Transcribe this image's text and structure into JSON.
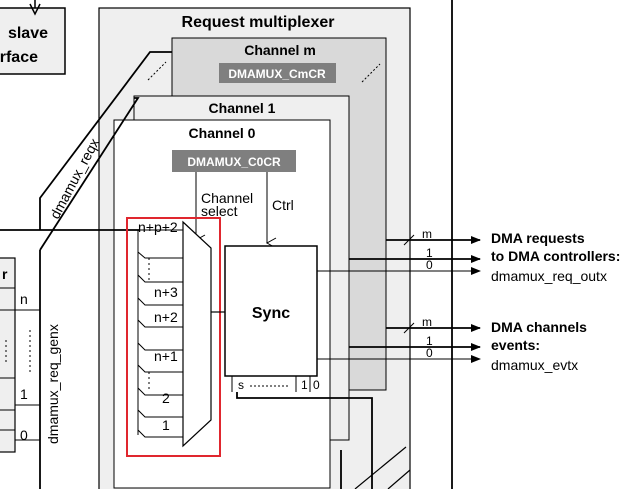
{
  "diagram": {
    "slave_interface": {
      "line1": "slave",
      "line2": "rface"
    },
    "request_multiplexer_title": "Request multiplexer",
    "channels": {
      "m": {
        "title": "Channel m",
        "register": "DMAMUX_CmCR"
      },
      "one": {
        "title": "Channel 1"
      },
      "zero": {
        "title": "Channel 0",
        "register": "DMAMUX_C0CR"
      }
    },
    "signals": {
      "reqx": "dmamux_reqx",
      "req_genx": "dmamux_req_genx",
      "channel_select_1": "Channel",
      "channel_select_2": "select",
      "ctrl": "Ctrl"
    },
    "mux_inputs": [
      "n+p+2",
      "n+3",
      "n+2",
      "n+1",
      "2",
      "1"
    ],
    "generator_labels": [
      "n",
      "1",
      "0"
    ],
    "generator_header_partial": "r",
    "sync": {
      "label": "Sync",
      "bottom_s": "s",
      "bottom_1": "1",
      "bottom_0": "0"
    },
    "outputs": {
      "requests": {
        "line1": "DMA requests",
        "line2": "to DMA controllers:",
        "signal": "dmamux_req_outx",
        "bus_m": "m",
        "bus_1": "1",
        "bus_0": "0"
      },
      "events": {
        "line1": "DMA channels",
        "line2": "events:",
        "signal": "dmamux_evtx",
        "bus_m": "m",
        "bus_1": "1",
        "bus_0": "0"
      }
    },
    "colors": {
      "outer_fill": "#efefef",
      "channel_m_fill": "#d9d9d9",
      "channel_1_fill": "#efefef",
      "register_fill": "#7f7f7f",
      "register_text": "#ffffff",
      "highlight": "#e0262e"
    }
  }
}
